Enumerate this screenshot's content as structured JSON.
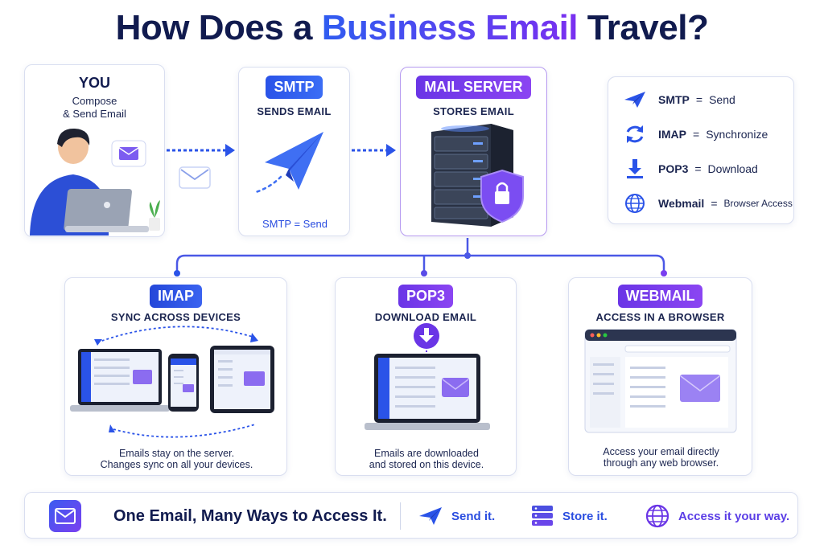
{
  "title": {
    "prefix": "How Does a ",
    "accent": "Business Email",
    "suffix": " Travel?"
  },
  "you": {
    "heading": "YOU",
    "line1": "Compose",
    "line2": "& Send Email"
  },
  "smtp": {
    "badge": "SMTP",
    "subtitle": "SENDS EMAIL",
    "footer": "SMTP = Send"
  },
  "server": {
    "badge": "MAIL SERVER",
    "subtitle": "STORES EMAIL"
  },
  "legend": [
    {
      "icon": "paper-plane-icon",
      "term": "SMTP",
      "eq": "=",
      "def": "Send"
    },
    {
      "icon": "sync-icon",
      "term": "IMAP",
      "eq": "=",
      "def": "Synchronize"
    },
    {
      "icon": "download-icon",
      "term": "POP3",
      "eq": "=",
      "def": "Download"
    },
    {
      "icon": "globe-icon",
      "term": "Webmail",
      "eq": "=",
      "def": "Browser Access"
    }
  ],
  "imap": {
    "badge": "IMAP",
    "subtitle": "SYNC ACROSS DEVICES",
    "caption1": "Emails stay on the server.",
    "caption2": "Changes sync on all your devices."
  },
  "pop3": {
    "badge": "POP3",
    "subtitle": "DOWNLOAD EMAIL",
    "caption1": "Emails are downloaded",
    "caption2": "and stored on this device."
  },
  "webmail": {
    "badge": "WEBMAIL",
    "subtitle": "ACCESS IN A BROWSER",
    "caption1": "Access your email directly",
    "caption2": "through any web browser."
  },
  "footer": {
    "tagline": "One Email, Many Ways to Access It.",
    "send": "Send it.",
    "store": "Store it.",
    "access": "Access it your way."
  },
  "colors": {
    "navy": "#111b4f",
    "blue": "#2a53e8",
    "purple": "#7a3ff0"
  }
}
